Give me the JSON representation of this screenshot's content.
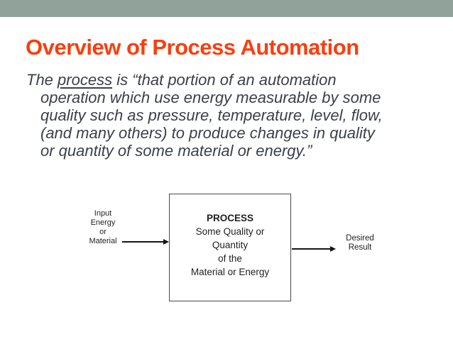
{
  "slide": {
    "title": "Overview of Process Automation",
    "accent_color": "#FB3D0D",
    "band_color": "#90A29A",
    "body_text_color": "#3A3F4A"
  },
  "body": {
    "line1_pre": "The ",
    "line1_underlined": "process",
    "line1_post": " is “that portion of an automation",
    "lines": [
      "operation which use energy measurable by some",
      "quality such as pressure, temperature, level, flow,",
      "(and many others) to produce changes in quality",
      "or quantity of some material or energy.”"
    ]
  },
  "diagram": {
    "input_label_lines": [
      "Input",
      "Energy",
      "or",
      "Material"
    ],
    "process_box": {
      "title": "PROCESS",
      "lines": [
        "Some Quality or",
        "Quantity",
        "of the",
        "Material or Energy"
      ]
    },
    "output_label_lines": [
      "Desired",
      "Result"
    ]
  }
}
